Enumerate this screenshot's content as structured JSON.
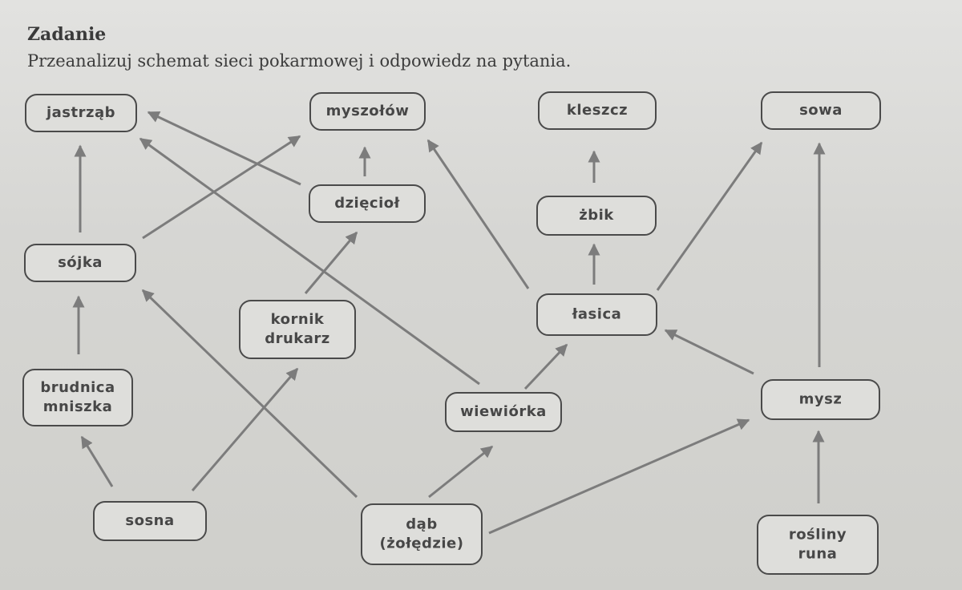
{
  "header": {
    "title": "Zadanie",
    "instruction": "Przeanalizuj schemat sieci pokarmowej i odpowiedz na pytania."
  },
  "nodes": [
    {
      "id": "jastrzab",
      "lines": [
        "jastrząb"
      ]
    },
    {
      "id": "myszolow",
      "lines": [
        "myszołów"
      ]
    },
    {
      "id": "kleszcz",
      "lines": [
        "kleszcz"
      ]
    },
    {
      "id": "sowa",
      "lines": [
        "sowa"
      ]
    },
    {
      "id": "dzieciol",
      "lines": [
        "dzięcioł"
      ]
    },
    {
      "id": "zbik",
      "lines": [
        "żbik"
      ]
    },
    {
      "id": "sojka",
      "lines": [
        "sójka"
      ]
    },
    {
      "id": "kornik",
      "lines": [
        "kornik",
        "drukarz"
      ]
    },
    {
      "id": "lasica",
      "lines": [
        "łasica"
      ]
    },
    {
      "id": "brudnica",
      "lines": [
        "brudnica",
        "mniszka"
      ]
    },
    {
      "id": "wiewiorka",
      "lines": [
        "wiewiórka"
      ]
    },
    {
      "id": "mysz",
      "lines": [
        "mysz"
      ]
    },
    {
      "id": "sosna",
      "lines": [
        "sosna"
      ]
    },
    {
      "id": "dab",
      "lines": [
        "dąb",
        "(żołędzie)"
      ]
    },
    {
      "id": "rosliny",
      "lines": [
        "rośliny",
        "runa"
      ]
    }
  ],
  "edges": [
    {
      "from": "sosna",
      "to": "brudnica"
    },
    {
      "from": "sosna",
      "to": "kornik"
    },
    {
      "from": "dab",
      "to": "sojka"
    },
    {
      "from": "dab",
      "to": "wiewiorka"
    },
    {
      "from": "dab",
      "to": "mysz"
    },
    {
      "from": "rosliny",
      "to": "mysz"
    },
    {
      "from": "brudnica",
      "to": "sojka"
    },
    {
      "from": "kornik",
      "to": "dzieciol"
    },
    {
      "from": "sojka",
      "to": "jastrzab"
    },
    {
      "from": "sojka",
      "to": "myszolow"
    },
    {
      "from": "dzieciol",
      "to": "myszolow"
    },
    {
      "from": "dzieciol",
      "to": "jastrzab"
    },
    {
      "from": "wiewiorka",
      "to": "jastrzab"
    },
    {
      "from": "wiewiorka",
      "to": "lasica"
    },
    {
      "from": "lasica",
      "to": "myszolow"
    },
    {
      "from": "lasica",
      "to": "zbik"
    },
    {
      "from": "lasica",
      "to": "sowa"
    },
    {
      "from": "zbik",
      "to": "kleszcz"
    },
    {
      "from": "mysz",
      "to": "lasica"
    },
    {
      "from": "mysz",
      "to": "sowa"
    }
  ]
}
